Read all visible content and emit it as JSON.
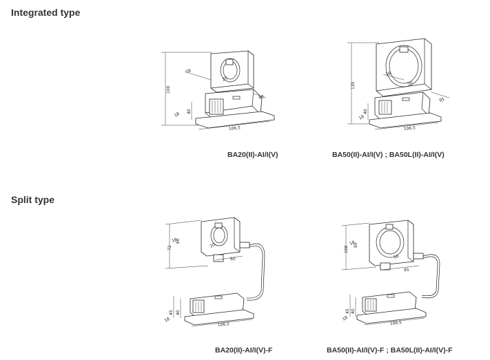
{
  "sections": {
    "integrated": {
      "title": "Integrated type",
      "products": [
        {
          "caption": "BA20(II)-AI/I(V)",
          "dims": {
            "height": "100",
            "a": "18",
            "hole": "20",
            "depth": "60",
            "base": "40",
            "b": "18",
            "length": "106.5"
          }
        },
        {
          "caption": "BA50(II)-AI/I(V) ; BA50L(II)-AI/I(V)",
          "dims": {
            "height": "135",
            "a": "18",
            "hole": "50",
            "depth": "95",
            "base": "40",
            "b": "18",
            "length": "106.5"
          }
        }
      ]
    },
    "split": {
      "title": "Split type",
      "products": [
        {
          "caption": "BA20(II)-AI/I(V)-F",
          "dims": {
            "height": "72",
            "inner": "60",
            "a": "18",
            "hole": "20",
            "depth": "60",
            "base": "40",
            "base2": "45",
            "b": "18",
            "length": "106.5"
          }
        },
        {
          "caption": "BA50(II)-AI/I(V)-F ; BA50L(II)-AI/I(V)-F",
          "dims": {
            "height": "108",
            "inner": "95",
            "a": "18",
            "hole": "50",
            "depth": "95",
            "base": "40",
            "base2": "45",
            "b": "18",
            "length": "106.5"
          }
        }
      ]
    }
  }
}
